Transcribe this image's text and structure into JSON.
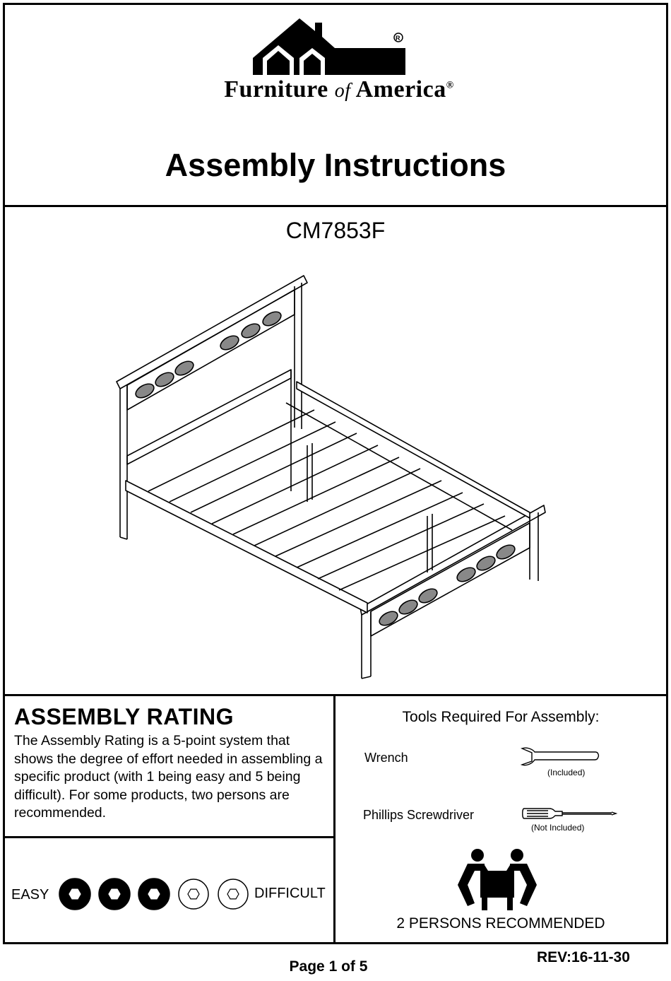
{
  "header": {
    "brand_part1": "Furniture",
    "brand_part2": "of",
    "brand_part3": "America",
    "registered_mark": "®",
    "title": "Assembly  Instructions"
  },
  "product": {
    "model": "CM7853F"
  },
  "rating": {
    "title": "ASSEMBLY  RATING",
    "description": "The Assembly Rating is a 5-point system that shows the degree of effort needed in assembling a specific product (with 1 being easy and 5 being difficult).  For some products, two persons are recommended.",
    "easy_label": "EASY",
    "difficult_label": "DIFFICULT",
    "level": 3,
    "max_level": 5
  },
  "tools": {
    "title": "Tools Required For Assembly:",
    "items": [
      {
        "name": "Wrench",
        "note": "(Included)",
        "icon": "wrench-icon"
      },
      {
        "name": "Phillips Screwdriver",
        "note": "(Not Included)",
        "icon": "screwdriver-icon"
      }
    ]
  },
  "persons": {
    "label": "2 PERSONS RECOMMENDED",
    "icon": "two-persons-lifting-icon"
  },
  "footer": {
    "page": "Page 1 of 5",
    "revision": "REV:16-11-30"
  }
}
